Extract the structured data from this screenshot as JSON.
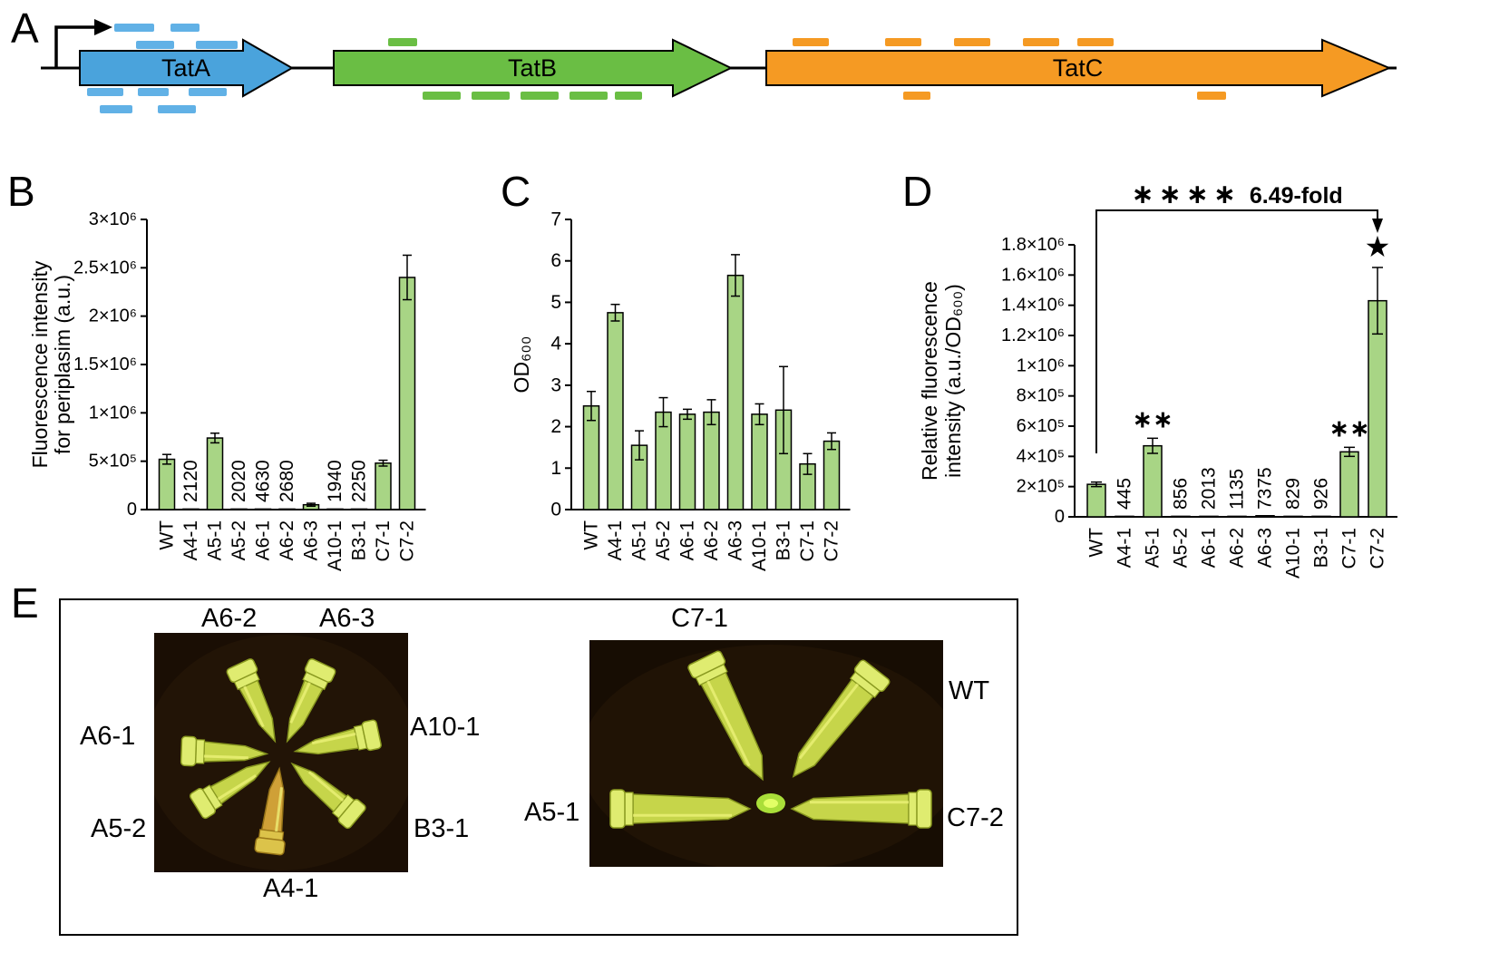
{
  "figure": {
    "panel_labels": {
      "A": "A",
      "B": "B",
      "C": "C",
      "D": "D",
      "E": "E"
    }
  },
  "colors": {
    "bar_fill": "#a8d585",
    "bar_stroke": "#000000",
    "tatA": "#4aa3dc",
    "tatB": "#6abe44",
    "tatC": "#f59a23",
    "tatA_dash": "#61b1e6",
    "tatB_dash": "#6abe44",
    "tatC_dash": "#f59a23",
    "red_star": "#e42320",
    "photo_bg_left": "#1a0e04",
    "photo_bg_right": "#170d03",
    "tube_body": "#cfe04e",
    "tube_stroke": "#8a9a20",
    "tube_cap": "#dfec70",
    "tube_orange_body": "#d9a83a",
    "tube_orange_stroke": "#9a7718",
    "tube_orange_cap": "#dcc34a",
    "glow": "#b8f53f"
  },
  "panelA": {
    "genes": [
      {
        "label": "TatA",
        "color": "#4aa3dc"
      },
      {
        "label": "TatB",
        "color": "#6abe44"
      },
      {
        "label": "TatC",
        "color": "#f59a23"
      }
    ]
  },
  "chart_data": [
    {
      "id": "B",
      "type": "bar",
      "ylabel_lines": [
        "Fluorescence intensity",
        "for periplasim (a.u.)"
      ],
      "categories": [
        "WT",
        "A4-1",
        "A5-1",
        "A5-2",
        "A6-1",
        "A6-2",
        "A6-3",
        "A10-1",
        "B3-1",
        "C7-1",
        "C7-2"
      ],
      "values": [
        520000,
        2120,
        740000,
        2020,
        4630,
        2680,
        50000,
        1940,
        2250,
        480000,
        2400000
      ],
      "errors": [
        50000,
        0,
        50000,
        0,
        0,
        0,
        15000,
        0,
        0,
        30000,
        230000
      ],
      "value_labels": [
        "",
        "2120",
        "",
        "2020",
        "4630",
        "2680",
        "",
        "1940",
        "2250",
        "",
        ""
      ],
      "ylim": [
        0,
        3000000
      ],
      "yticks": [
        0,
        500000,
        1000000,
        1500000,
        2000000,
        2500000,
        3000000
      ],
      "ytick_labels": [
        "0",
        "5×10⁵",
        "1×10⁶",
        "1.5×10⁶",
        "2×10⁶",
        "2.5×10⁶",
        "3×10⁶"
      ]
    },
    {
      "id": "C",
      "type": "bar",
      "ylabel_lines": [
        "OD₆₀₀"
      ],
      "categories": [
        "WT",
        "A4-1",
        "A5-1",
        "A5-2",
        "A6-1",
        "A6-2",
        "A6-3",
        "A10-1",
        "B3-1",
        "C7-1",
        "C7-2"
      ],
      "values": [
        2.5,
        4.75,
        1.55,
        2.35,
        2.3,
        2.35,
        5.65,
        2.3,
        2.4,
        1.1,
        1.65
      ],
      "errors": [
        0.35,
        0.2,
        0.35,
        0.35,
        0.12,
        0.3,
        0.5,
        0.25,
        1.05,
        0.25,
        0.2
      ],
      "ylim": [
        0,
        7
      ],
      "yticks": [
        0,
        1,
        2,
        3,
        4,
        5,
        6,
        7
      ],
      "ytick_labels": [
        "0",
        "1",
        "2",
        "3",
        "4",
        "5",
        "6",
        "7"
      ]
    },
    {
      "id": "D",
      "type": "bar",
      "ylabel_lines": [
        "Relative fluorescence",
        "intensity (a.u./OD₆₀₀)"
      ],
      "categories": [
        "WT",
        "A4-1",
        "A5-1",
        "A5-2",
        "A6-1",
        "A6-2",
        "A6-3",
        "A10-1",
        "B3-1",
        "C7-1",
        "C7-2"
      ],
      "values": [
        215000,
        445,
        470000,
        856,
        2013,
        1135,
        7375,
        829,
        926,
        430000,
        1430000
      ],
      "errors": [
        15000,
        0,
        50000,
        0,
        0,
        0,
        0,
        0,
        0,
        30000,
        220000
      ],
      "value_labels": [
        "",
        "445",
        "",
        "856",
        "2013",
        "1135",
        "7375",
        "829",
        "926",
        "",
        ""
      ],
      "sig_labels": [
        "",
        "",
        "∗∗",
        "",
        "",
        "",
        "",
        "",
        "",
        "∗∗",
        ""
      ],
      "star_index": 10,
      "annotation": {
        "stars": "∗∗∗∗",
        "label": "6.49-fold"
      },
      "ylim": [
        0,
        1800000
      ],
      "yticks": [
        0,
        200000,
        400000,
        600000,
        800000,
        1000000,
        1200000,
        1400000,
        1600000,
        1800000
      ],
      "ytick_labels": [
        "0",
        "2×10⁵",
        "4×10⁵",
        "6×10⁵",
        "8×10⁵",
        "1×10⁶",
        "1.2×10⁶",
        "1.4×10⁶",
        "1.6×10⁶",
        "1.8×10⁶"
      ]
    }
  ],
  "panelE": {
    "labels": {
      "a6_2": "A6-2",
      "a6_3": "A6-3",
      "c7_1": "C7-1",
      "a6_1": "A6-1",
      "a10_1": "A10-1",
      "wt": "WT",
      "a5_2": "A5-2",
      "b3_1": "B3-1",
      "a5_1": "A5-1",
      "c7_2": "C7-2",
      "a4_1": "A4-1"
    }
  }
}
